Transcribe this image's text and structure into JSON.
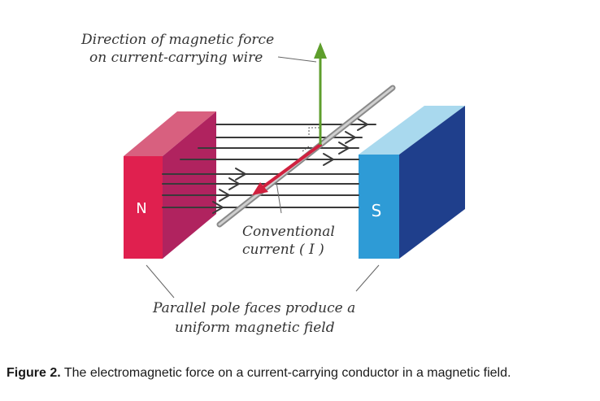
{
  "labels": {
    "force_line1": "Direction of magnetic force",
    "force_line2": "on current-carrying wire",
    "current_line1": "Conventional",
    "current_line2": "current ( I )",
    "field_line1": "Parallel pole faces produce a",
    "field_line2": "uniform magnetic field",
    "north_pole": "N",
    "south_pole": "S"
  },
  "caption": {
    "label": "Figure 2.",
    "text": " The electromagnetic force on a current-carrying conductor in a magnetic field."
  },
  "colors": {
    "north_front": "#e0204f",
    "north_top": "#d8607f",
    "north_side": "#b0235f",
    "south_front": "#2e9bd6",
    "south_top": "#a9d9ee",
    "south_side": "#1f3f8c",
    "force_arrow": "#5e9e2c",
    "current_arrow": "#d0213f",
    "field_lines": "#3a3a3a"
  }
}
